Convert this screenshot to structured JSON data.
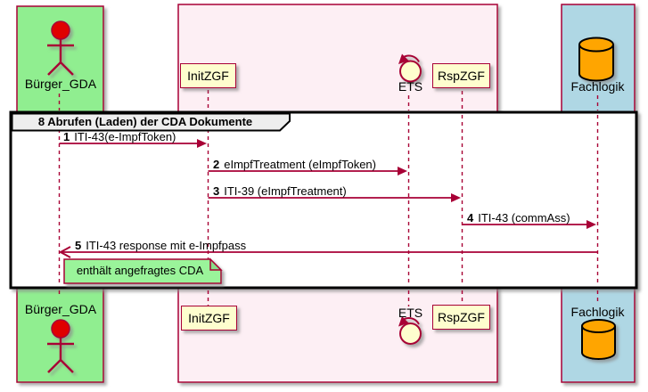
{
  "diagram_type": "sequence-diagram",
  "frame": {
    "title": "8 Abrufen (Laden) der CDA Dokumente"
  },
  "participants": {
    "buerger": {
      "label": "Bürger_GDA",
      "icon": "actor-icon"
    },
    "initzgf": {
      "label": "InitZGF"
    },
    "ets": {
      "label": "ETS",
      "icon": "control-icon"
    },
    "rspzgf": {
      "label": "RspZGF"
    },
    "fachlogik": {
      "label": "Fachlogik",
      "icon": "database-icon"
    }
  },
  "messages": [
    {
      "num": "1",
      "text": "ITI-43(e-ImpfToken)",
      "from": "Bürger_GDA",
      "to": "InitZGF"
    },
    {
      "num": "2",
      "text": "eImpfTreatment (eImpfToken)",
      "from": "InitZGF",
      "to": "ETS"
    },
    {
      "num": "3",
      "text": "ITI-39 (eImpfTreatment)",
      "from": "InitZGF",
      "to": "RspZGF"
    },
    {
      "num": "4",
      "text": "ITI-43 (commAss)",
      "from": "RspZGF",
      "to": "Fachlogik"
    },
    {
      "num": "5",
      "text": "ITI-43 response mit e-Impfpass",
      "from": "Fachlogik",
      "to": "Bürger_GDA"
    }
  ],
  "note": {
    "text": "enthält angefragtes CDA"
  },
  "colors": {
    "line_maroon": "#A80036",
    "participant_fill": "#FEFECE",
    "buerger_box": "#90EE90",
    "zgf_box": "#FDEFF4",
    "fachlogik_box": "#AFD7E4",
    "note_fill": "#9AF49A",
    "frame_border": "#000000",
    "frame_title_fill": "#EEEEEE",
    "actor_head": "#E00000",
    "database_fill": "#FFA500"
  }
}
